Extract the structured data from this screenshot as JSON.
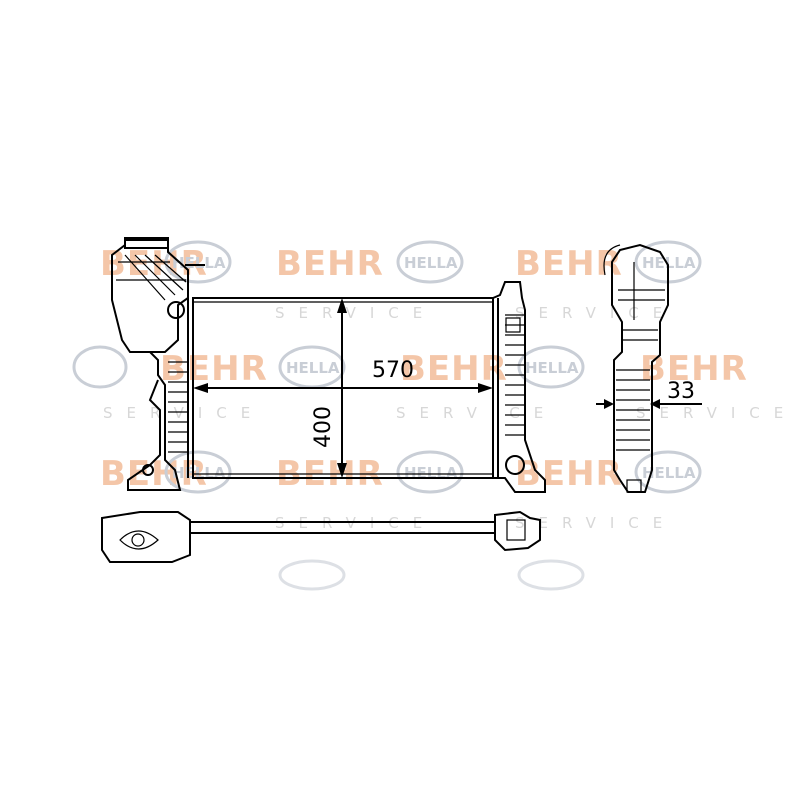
{
  "watermark": {
    "brand_1": "BEHR",
    "brand_2": "HELLA",
    "service": "SERVICE",
    "color_behr": "#f4c6a8",
    "color_hella": "#c9ced6",
    "color_service": "#d7d7d7"
  },
  "dimensions": {
    "width": "570",
    "height": "400",
    "depth": "33"
  }
}
